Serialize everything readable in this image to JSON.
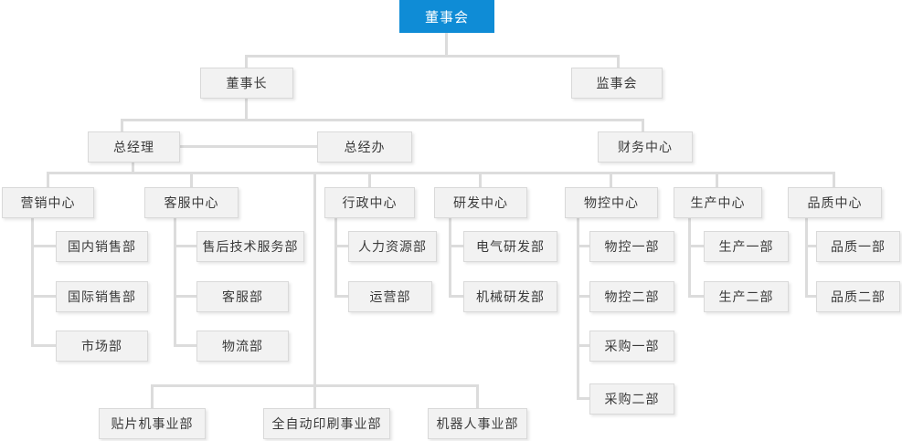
{
  "colors": {
    "root_bg": "#0f8cd6",
    "root_text": "#ffffff",
    "box_bg": "#f2f2f2",
    "box_border": "#d9d9d9",
    "line": "#dcdcdc",
    "text": "#3a3a3a"
  },
  "nodes": {
    "board": "董事会",
    "chairman": "董事长",
    "supervisory": "监事会",
    "gm": "总经理",
    "gm_office": "总经办",
    "finance": "财务中心",
    "marketing": "营销中心",
    "domestic_sales": "国内销售部",
    "intl_sales": "国际销售部",
    "market_dept": "市场部",
    "service_center": "客服中心",
    "after_sales_tech": "售后技术服务部",
    "service_dept": "客服部",
    "logistics": "物流部",
    "admin_center": "行政中心",
    "hr_dept": "人力资源部",
    "operations": "运营部",
    "rd_center": "研发中心",
    "electrical_rd": "电气研发部",
    "mechanical_rd": "机械研发部",
    "material_center": "物控中心",
    "material_1": "物控一部",
    "material_2": "物控二部",
    "procurement_1": "采购一部",
    "procurement_2": "采购二部",
    "production_center": "生产中心",
    "production_1": "生产一部",
    "production_2": "生产二部",
    "quality_center": "品质中心",
    "quality_1": "品质一部",
    "quality_2": "品质二部",
    "smt_division": "贴片机事业部",
    "printing_division": "全自动印刷事业部",
    "robot_division": "机器人事业部"
  },
  "structure": {
    "董事会": {
      "董事长": {
        "总经理": {
          "营销中心": [
            "国内销售部",
            "国际销售部",
            "市场部"
          ],
          "客服中心": [
            "售后技术服务部",
            "客服部",
            "物流部"
          ],
          "行政中心": [
            "人力资源部",
            "运营部"
          ],
          "研发中心": [
            "电气研发部",
            "机械研发部"
          ],
          "物控中心": [
            "物控一部",
            "物控二部",
            "采购一部",
            "采购二部"
          ],
          "生产中心": [
            "生产一部",
            "生产二部"
          ],
          "品质中心": [
            "品质一部",
            "品质二部"
          ],
          "事业部": [
            "贴片机事业部",
            "全自动印刷事业部",
            "机器人事业部"
          ]
        },
        "总经办": {},
        "财务中心": {}
      },
      "监事会": {}
    }
  }
}
